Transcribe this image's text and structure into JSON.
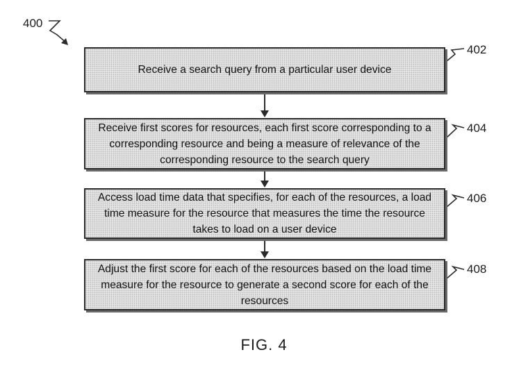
{
  "figure": {
    "ref_main": "400",
    "caption": "FIG. 4"
  },
  "steps": [
    {
      "ref": "402",
      "text": "Receive a search query from a particular user device"
    },
    {
      "ref": "404",
      "text": "Receive first scores for resources, each first score corresponding to a corresponding resource and being a measure of relevance of the corresponding resource to the search query"
    },
    {
      "ref": "406",
      "text": "Access load time data that specifies, for each of the resources, a load time measure for the resource that measures the time the resource takes to load on a user device"
    },
    {
      "ref": "408",
      "text": "Adjust the first score for each of the resources based on the load time measure for the resource to generate a second score for each of the resources"
    }
  ]
}
